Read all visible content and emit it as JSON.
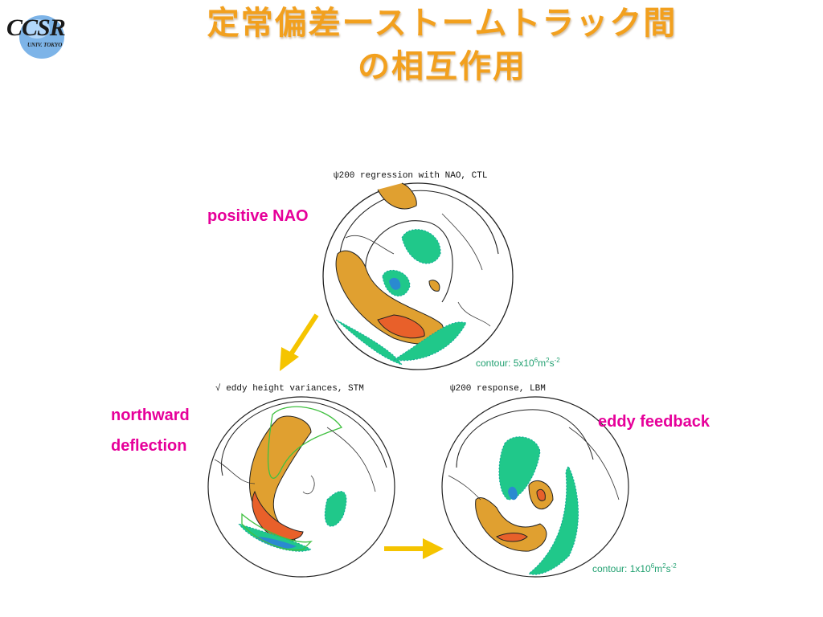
{
  "logo": {
    "text": "CCSR",
    "subtext": "UNIV. TOKYO"
  },
  "slide": {
    "title": "定常偏差ーストームトラック間\nの相互作用"
  },
  "maps": {
    "top": {
      "caption": "ψ200 regression with NAO, CTL"
    },
    "left": {
      "caption": "√ eddy height variances, STM"
    },
    "right": {
      "caption": "ψ200 response, LBM"
    }
  },
  "labels": {
    "positive_nao": "positive NAO",
    "northward": "northward",
    "deflection": "deflection",
    "eddy_feedback": "eddy feedback"
  },
  "contours": {
    "top": {
      "prefix": "contour: 5x10",
      "exp1": "6",
      "mid": "m",
      "exp2": "2",
      "unit": "s",
      "exp3": "-2"
    },
    "bottom": {
      "prefix": "contour: 1x10",
      "exp1": "6",
      "mid": "m",
      "exp2": "2",
      "unit": "s",
      "exp3": "-2"
    }
  },
  "colors": {
    "title": "#f2a01e",
    "label": "#e6009a",
    "positive_fill": "#e0a030",
    "strong_positive_fill": "#e8602a",
    "negative_fill": "#20c88a",
    "strong_negative_fill": "#2a8ad0",
    "arrow": "#f5c400",
    "storm_track_outline": "#40c040"
  }
}
